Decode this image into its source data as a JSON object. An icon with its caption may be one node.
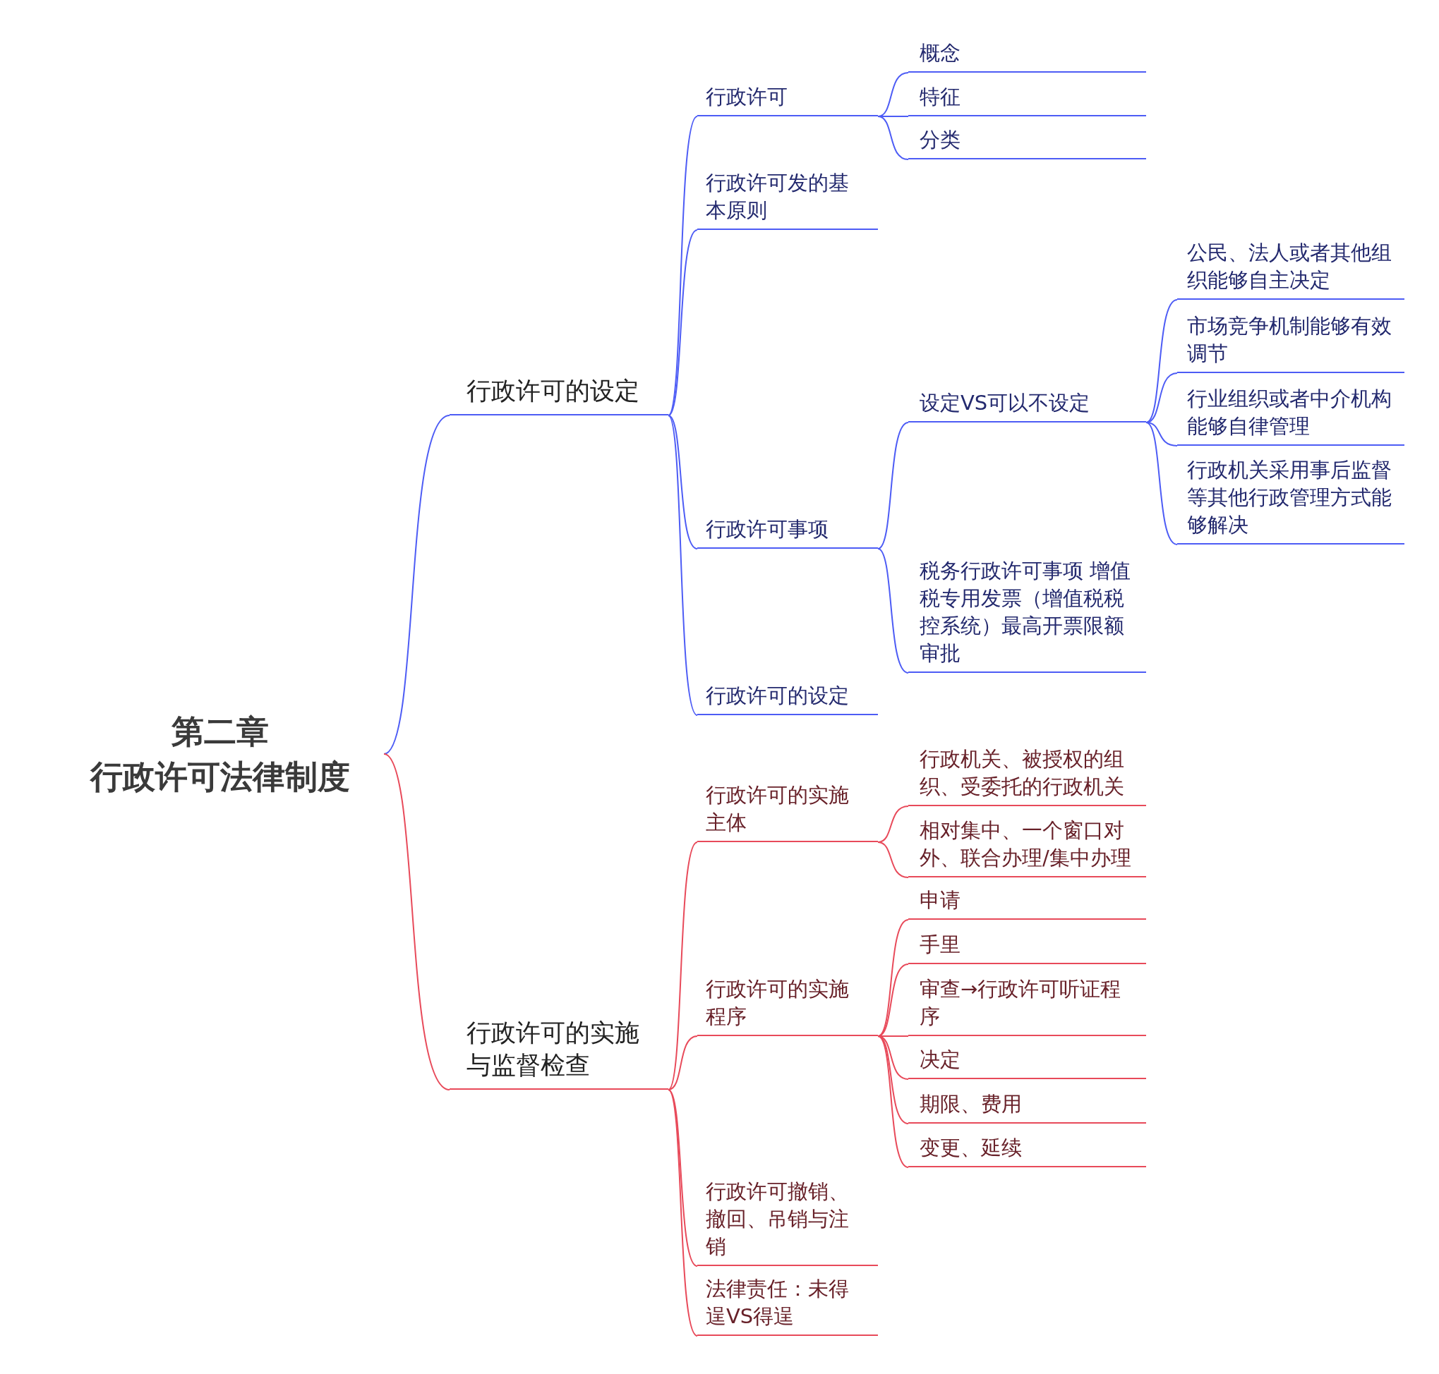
{
  "diagram": {
    "nodes": [
      {
        "text": [
          "第二章",
          "行政许可法律制度"
        ]
      },
      {
        "text": [
          "行政许可的设定"
        ]
      },
      {
        "text": [
          "行政许可"
        ]
      },
      {
        "text": [
          "概念"
        ]
      },
      {
        "text": [
          "特征"
        ]
      },
      {
        "text": [
          "分类"
        ]
      },
      {
        "text": [
          "行政许可发的基本原则"
        ]
      },
      {
        "text": [
          "行政许可事项"
        ]
      },
      {
        "text": [
          "设定VS可以不设定"
        ]
      },
      {
        "text": [
          "公民、法人或者其他组织能够自主决定"
        ]
      },
      {
        "text": [
          "市场竞争机制能够有效调节"
        ]
      },
      {
        "text": [
          "行业组织或者中介机构能够自律管理"
        ]
      },
      {
        "text": [
          "行政机关采用事后监督等其他行政管理方式能够解决"
        ]
      },
      {
        "text": [
          "税务行政许可事项  增值税专用发票（增值税税控系统）最高开票限额审批"
        ]
      },
      {
        "text": [
          "行政许可的设定"
        ]
      },
      {
        "text": [
          "行政许可的实施与监督检查"
        ]
      },
      {
        "text": [
          "行政许可的实施主体"
        ]
      },
      {
        "text": [
          "行政机关、被授权的组织、受委托的行政机关"
        ]
      },
      {
        "text": [
          "相对集中、一个窗口对外、联合办理/集中办理"
        ]
      },
      {
        "text": [
          "行政许可的实施程序"
        ]
      },
      {
        "text": [
          "申请"
        ]
      },
      {
        "text": [
          "手里"
        ]
      },
      {
        "text": [
          "审查→行政许可听证程序"
        ]
      },
      {
        "text": [
          "决定"
        ]
      },
      {
        "text": [
          "期限、费用"
        ]
      },
      {
        "text": [
          "变更、延续"
        ]
      },
      {
        "text": [
          "行政许可撤销、撤回、吊销与注销"
        ]
      },
      {
        "text": [
          "法律责任：未得逞VS得逞"
        ]
      }
    ],
    "edges": [
      {
        "from": 0,
        "to": 1,
        "arrow": "none"
      },
      {
        "from": 1,
        "to": 2,
        "arrow": "none"
      },
      {
        "from": 2,
        "to": 3,
        "arrow": "none"
      },
      {
        "from": 2,
        "to": 4,
        "arrow": "none"
      },
      {
        "from": 2,
        "to": 5,
        "arrow": "none"
      },
      {
        "from": 1,
        "to": 6,
        "arrow": "none"
      },
      {
        "from": 1,
        "to": 7,
        "arrow": "none"
      },
      {
        "from": 7,
        "to": 8,
        "arrow": "none"
      },
      {
        "from": 8,
        "to": 9,
        "arrow": "none"
      },
      {
        "from": 8,
        "to": 10,
        "arrow": "none"
      },
      {
        "from": 8,
        "to": 11,
        "arrow": "none"
      },
      {
        "from": 8,
        "to": 12,
        "arrow": "none"
      },
      {
        "from": 7,
        "to": 13,
        "arrow": "none"
      },
      {
        "from": 1,
        "to": 14,
        "arrow": "none"
      },
      {
        "from": 0,
        "to": 15,
        "arrow": "none",
        "color": "#e84a5a"
      },
      {
        "from": 15,
        "to": 16,
        "arrow": "none",
        "color": "#e84a5a"
      },
      {
        "from": 16,
        "to": 17,
        "arrow": "none",
        "color": "#e84a5a"
      },
      {
        "from": 16,
        "to": 18,
        "arrow": "none",
        "color": "#e84a5a"
      },
      {
        "from": 15,
        "to": 19,
        "arrow": "none",
        "color": "#e84a5a"
      },
      {
        "from": 19,
        "to": 20,
        "arrow": "none",
        "color": "#e84a5a"
      },
      {
        "from": 19,
        "to": 21,
        "arrow": "none",
        "color": "#e84a5a"
      },
      {
        "from": 19,
        "to": 22,
        "arrow": "none",
        "color": "#e84a5a"
      },
      {
        "from": 19,
        "to": 23,
        "arrow": "none",
        "color": "#e84a5a"
      },
      {
        "from": 19,
        "to": 24,
        "arrow": "none",
        "color": "#e84a5a"
      },
      {
        "from": 19,
        "to": 25,
        "arrow": "none",
        "color": "#e84a5a"
      },
      {
        "from": 15,
        "to": 26,
        "arrow": "none",
        "color": "#e84a5a"
      },
      {
        "from": 15,
        "to": 27,
        "arrow": "none",
        "color": "#e84a5a"
      }
    ]
  }
}
